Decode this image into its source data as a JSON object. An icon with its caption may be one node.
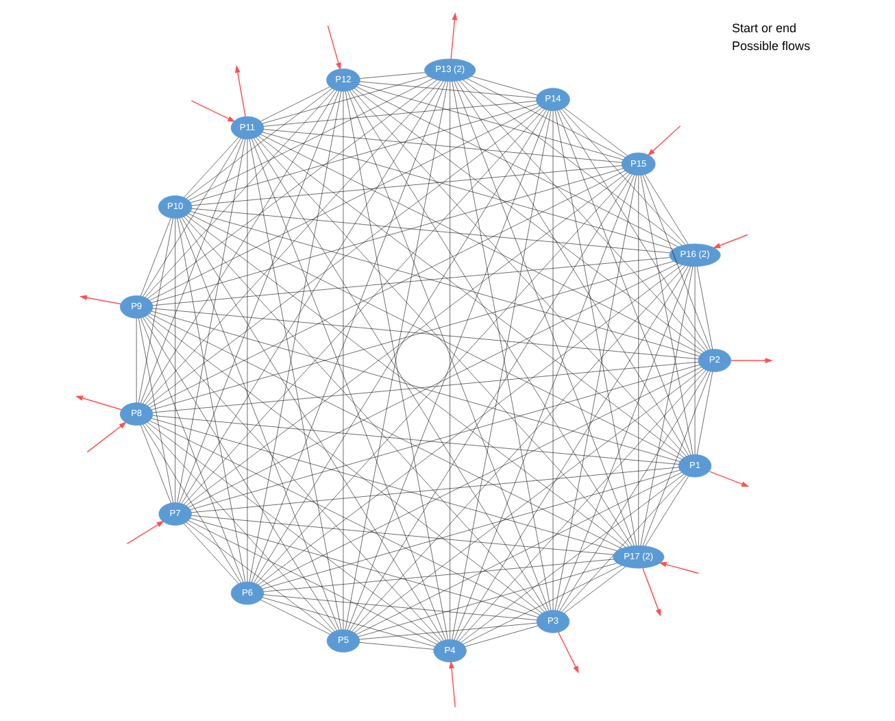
{
  "diagram": {
    "nodes": [
      {
        "text": [
          "P1"
        ]
      },
      {
        "text": [
          "P2"
        ]
      },
      {
        "text": [
          "P3"
        ]
      },
      {
        "text": [
          "P4"
        ]
      },
      {
        "text": [
          "P5"
        ]
      },
      {
        "text": [
          "P6"
        ]
      },
      {
        "text": [
          "P7"
        ]
      },
      {
        "text": [
          "P8"
        ]
      },
      {
        "text": [
          "P9"
        ]
      },
      {
        "text": [
          "P10"
        ]
      },
      {
        "text": [
          "P11"
        ]
      },
      {
        "text": [
          "P12"
        ]
      },
      {
        "text": [
          "P13 (2)"
        ]
      },
      {
        "text": [
          "P14"
        ]
      },
      {
        "text": [
          "P15"
        ]
      },
      {
        "text": [
          "P16 (2)"
        ]
      },
      {
        "text": [
          "P17 (2)"
        ]
      }
    ],
    "edges": [
      {
        "from": 0,
        "to": 1,
        "arrow": "none"
      },
      {
        "from": 0,
        "to": 2,
        "arrow": "none"
      },
      {
        "from": 0,
        "to": 3,
        "arrow": "none"
      },
      {
        "from": 0,
        "to": 4,
        "arrow": "none"
      },
      {
        "from": 0,
        "to": 5,
        "arrow": "none"
      },
      {
        "from": 0,
        "to": 6,
        "arrow": "none"
      },
      {
        "from": 0,
        "to": 7,
        "arrow": "none"
      },
      {
        "from": 0,
        "to": 8,
        "arrow": "none"
      },
      {
        "from": 0,
        "to": 9,
        "arrow": "none"
      },
      {
        "from": 0,
        "to": 10,
        "arrow": "none"
      },
      {
        "from": 0,
        "to": 11,
        "arrow": "none"
      },
      {
        "from": 0,
        "to": 12,
        "arrow": "none"
      },
      {
        "from": 0,
        "to": 13,
        "arrow": "none"
      },
      {
        "from": 0,
        "to": 14,
        "arrow": "none"
      },
      {
        "from": 0,
        "to": 15,
        "arrow": "none"
      },
      {
        "from": 0,
        "to": 16,
        "arrow": "none"
      },
      {
        "from": 1,
        "to": 2,
        "arrow": "none"
      },
      {
        "from": 1,
        "to": 3,
        "arrow": "none"
      },
      {
        "from": 1,
        "to": 4,
        "arrow": "none"
      },
      {
        "from": 1,
        "to": 5,
        "arrow": "none"
      },
      {
        "from": 1,
        "to": 6,
        "arrow": "none"
      },
      {
        "from": 1,
        "to": 7,
        "arrow": "none"
      },
      {
        "from": 1,
        "to": 8,
        "arrow": "none"
      },
      {
        "from": 1,
        "to": 9,
        "arrow": "none"
      },
      {
        "from": 1,
        "to": 10,
        "arrow": "none"
      },
      {
        "from": 1,
        "to": 11,
        "arrow": "none"
      },
      {
        "from": 1,
        "to": 12,
        "arrow": "none"
      },
      {
        "from": 1,
        "to": 13,
        "arrow": "none"
      },
      {
        "from": 1,
        "to": 14,
        "arrow": "none"
      },
      {
        "from": 1,
        "to": 15,
        "arrow": "none"
      },
      {
        "from": 1,
        "to": 16,
        "arrow": "none"
      },
      {
        "from": 2,
        "to": 3,
        "arrow": "none"
      },
      {
        "from": 2,
        "to": 4,
        "arrow": "none"
      },
      {
        "from": 2,
        "to": 5,
        "arrow": "none"
      },
      {
        "from": 2,
        "to": 6,
        "arrow": "none"
      },
      {
        "from": 2,
        "to": 7,
        "arrow": "none"
      },
      {
        "from": 2,
        "to": 8,
        "arrow": "none"
      },
      {
        "from": 2,
        "to": 9,
        "arrow": "none"
      },
      {
        "from": 2,
        "to": 10,
        "arrow": "none"
      },
      {
        "from": 2,
        "to": 11,
        "arrow": "none"
      },
      {
        "from": 2,
        "to": 12,
        "arrow": "none"
      },
      {
        "from": 2,
        "to": 13,
        "arrow": "none"
      },
      {
        "from": 2,
        "to": 14,
        "arrow": "none"
      },
      {
        "from": 2,
        "to": 15,
        "arrow": "none"
      },
      {
        "from": 2,
        "to": 16,
        "arrow": "none"
      },
      {
        "from": 3,
        "to": 4,
        "arrow": "none"
      },
      {
        "from": 3,
        "to": 5,
        "arrow": "none"
      },
      {
        "from": 3,
        "to": 6,
        "arrow": "none"
      },
      {
        "from": 3,
        "to": 7,
        "arrow": "none"
      },
      {
        "from": 3,
        "to": 8,
        "arrow": "none"
      },
      {
        "from": 3,
        "to": 9,
        "arrow": "none"
      },
      {
        "from": 3,
        "to": 10,
        "arrow": "none"
      },
      {
        "from": 3,
        "to": 11,
        "arrow": "none"
      },
      {
        "from": 3,
        "to": 12,
        "arrow": "none"
      },
      {
        "from": 3,
        "to": 13,
        "arrow": "none"
      },
      {
        "from": 3,
        "to": 14,
        "arrow": "none"
      },
      {
        "from": 3,
        "to": 15,
        "arrow": "none"
      },
      {
        "from": 3,
        "to": 16,
        "arrow": "none"
      },
      {
        "from": 4,
        "to": 5,
        "arrow": "none"
      },
      {
        "from": 4,
        "to": 6,
        "arrow": "none"
      },
      {
        "from": 4,
        "to": 7,
        "arrow": "none"
      },
      {
        "from": 4,
        "to": 8,
        "arrow": "none"
      },
      {
        "from": 4,
        "to": 9,
        "arrow": "none"
      },
      {
        "from": 4,
        "to": 10,
        "arrow": "none"
      },
      {
        "from": 4,
        "to": 11,
        "arrow": "none"
      },
      {
        "from": 4,
        "to": 12,
        "arrow": "none"
      },
      {
        "from": 4,
        "to": 13,
        "arrow": "none"
      },
      {
        "from": 4,
        "to": 14,
        "arrow": "none"
      },
      {
        "from": 4,
        "to": 15,
        "arrow": "none"
      },
      {
        "from": 4,
        "to": 16,
        "arrow": "none"
      },
      {
        "from": 5,
        "to": 6,
        "arrow": "none"
      },
      {
        "from": 5,
        "to": 7,
        "arrow": "none"
      },
      {
        "from": 5,
        "to": 8,
        "arrow": "none"
      },
      {
        "from": 5,
        "to": 9,
        "arrow": "none"
      },
      {
        "from": 5,
        "to": 10,
        "arrow": "none"
      },
      {
        "from": 5,
        "to": 11,
        "arrow": "none"
      },
      {
        "from": 5,
        "to": 12,
        "arrow": "none"
      },
      {
        "from": 5,
        "to": 13,
        "arrow": "none"
      },
      {
        "from": 5,
        "to": 14,
        "arrow": "none"
      },
      {
        "from": 5,
        "to": 15,
        "arrow": "none"
      },
      {
        "from": 5,
        "to": 16,
        "arrow": "none"
      },
      {
        "from": 6,
        "to": 7,
        "arrow": "none"
      },
      {
        "from": 6,
        "to": 8,
        "arrow": "none"
      },
      {
        "from": 6,
        "to": 9,
        "arrow": "none"
      },
      {
        "from": 6,
        "to": 10,
        "arrow": "none"
      },
      {
        "from": 6,
        "to": 11,
        "arrow": "none"
      },
      {
        "from": 6,
        "to": 12,
        "arrow": "none"
      },
      {
        "from": 6,
        "to": 13,
        "arrow": "none"
      },
      {
        "from": 6,
        "to": 14,
        "arrow": "none"
      },
      {
        "from": 6,
        "to": 15,
        "arrow": "none"
      },
      {
        "from": 6,
        "to": 16,
        "arrow": "none"
      },
      {
        "from": 7,
        "to": 8,
        "arrow": "none"
      },
      {
        "from": 7,
        "to": 9,
        "arrow": "none"
      },
      {
        "from": 7,
        "to": 10,
        "arrow": "none"
      },
      {
        "from": 7,
        "to": 11,
        "arrow": "none"
      },
      {
        "from": 7,
        "to": 12,
        "arrow": "none"
      },
      {
        "from": 7,
        "to": 13,
        "arrow": "none"
      },
      {
        "from": 7,
        "to": 14,
        "arrow": "none"
      },
      {
        "from": 7,
        "to": 15,
        "arrow": "none"
      },
      {
        "from": 7,
        "to": 16,
        "arrow": "none"
      },
      {
        "from": 8,
        "to": 9,
        "arrow": "none"
      },
      {
        "from": 8,
        "to": 10,
        "arrow": "none"
      },
      {
        "from": 8,
        "to": 11,
        "arrow": "none"
      },
      {
        "from": 8,
        "to": 12,
        "arrow": "none"
      },
      {
        "from": 8,
        "to": 13,
        "arrow": "none"
      },
      {
        "from": 8,
        "to": 14,
        "arrow": "none"
      },
      {
        "from": 8,
        "to": 15,
        "arrow": "none"
      },
      {
        "from": 8,
        "to": 16,
        "arrow": "none"
      },
      {
        "from": 9,
        "to": 10,
        "arrow": "none"
      },
      {
        "from": 9,
        "to": 11,
        "arrow": "none"
      },
      {
        "from": 9,
        "to": 12,
        "arrow": "none"
      },
      {
        "from": 9,
        "to": 13,
        "arrow": "none"
      },
      {
        "from": 9,
        "to": 14,
        "arrow": "none"
      },
      {
        "from": 9,
        "to": 15,
        "arrow": "none"
      },
      {
        "from": 9,
        "to": 16,
        "arrow": "none"
      },
      {
        "from": 10,
        "to": 11,
        "arrow": "none"
      },
      {
        "from": 10,
        "to": 12,
        "arrow": "none"
      },
      {
        "from": 10,
        "to": 13,
        "arrow": "none"
      },
      {
        "from": 10,
        "to": 14,
        "arrow": "none"
      },
      {
        "from": 10,
        "to": 15,
        "arrow": "none"
      },
      {
        "from": 10,
        "to": 16,
        "arrow": "none"
      },
      {
        "from": 11,
        "to": 12,
        "arrow": "none"
      },
      {
        "from": 11,
        "to": 13,
        "arrow": "none"
      },
      {
        "from": 11,
        "to": 14,
        "arrow": "none"
      },
      {
        "from": 11,
        "to": 15,
        "arrow": "none"
      },
      {
        "from": 11,
        "to": 16,
        "arrow": "none"
      },
      {
        "from": 12,
        "to": 13,
        "arrow": "none"
      },
      {
        "from": 12,
        "to": 14,
        "arrow": "none"
      },
      {
        "from": 12,
        "to": 15,
        "arrow": "none"
      },
      {
        "from": 12,
        "to": 16,
        "arrow": "none"
      },
      {
        "from": 13,
        "to": 14,
        "arrow": "none"
      },
      {
        "from": 13,
        "to": 15,
        "arrow": "none"
      },
      {
        "from": 13,
        "to": 16,
        "arrow": "none"
      },
      {
        "from": 14,
        "to": 15,
        "arrow": "none"
      },
      {
        "from": 14,
        "to": 16,
        "arrow": "none"
      },
      {
        "from": 15,
        "to": 16,
        "arrow": "none"
      },
      {
        "from": 0,
        "to": null,
        "arrow": "to",
        "color": "#ff5050"
      },
      {
        "from": 1,
        "to": null,
        "arrow": "to",
        "color": "#ff5050"
      },
      {
        "from": 2,
        "to": null,
        "arrow": "to",
        "color": "#ff5050"
      },
      {
        "from": null,
        "to": 3,
        "arrow": "to",
        "color": "#ff5050"
      },
      {
        "from": null,
        "to": 6,
        "arrow": "to",
        "color": "#ff5050"
      },
      {
        "from": null,
        "to": 7,
        "arrow": "to",
        "color": "#ff5050"
      },
      {
        "from": 7,
        "to": null,
        "arrow": "to",
        "color": "#ff5050"
      },
      {
        "from": 8,
        "to": null,
        "arrow": "to",
        "color": "#ff5050"
      },
      {
        "from": 10,
        "to": null,
        "arrow": "to",
        "color": "#ff5050"
      },
      {
        "from": null,
        "to": 10,
        "arrow": "to",
        "color": "#ff5050"
      },
      {
        "from": null,
        "to": 11,
        "arrow": "to",
        "color": "#ff5050"
      },
      {
        "from": 12,
        "to": null,
        "arrow": "to",
        "color": "#ff5050"
      },
      {
        "from": null,
        "to": 14,
        "arrow": "to",
        "color": "#ff5050"
      },
      {
        "from": null,
        "to": 15,
        "arrow": "to",
        "color": "#ff5050"
      },
      {
        "from": 16,
        "to": null,
        "arrow": "to",
        "color": "#ff5050"
      },
      {
        "from": null,
        "to": 16,
        "arrow": "to",
        "color": "#ff5050"
      }
    ],
    "legend": [
      {
        "text": "Start or end"
      },
      {
        "text": "Possible flows"
      }
    ]
  }
}
